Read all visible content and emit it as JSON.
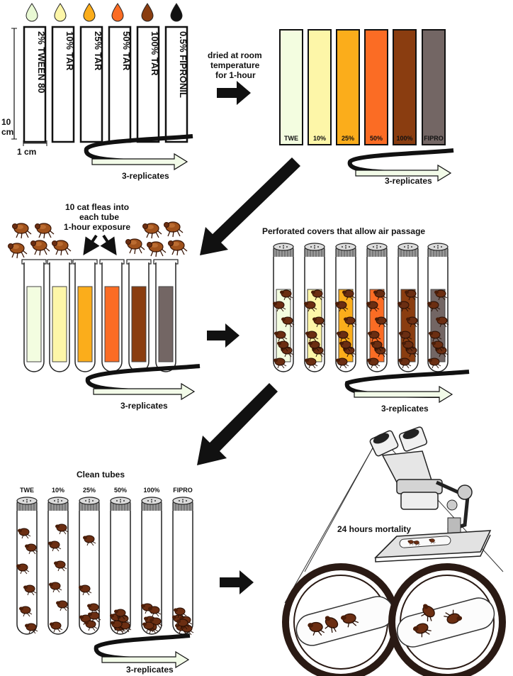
{
  "colors": {
    "twe": "#f3fde0",
    "tar10": "#fdf6a8",
    "tar25": "#fbad1b",
    "tar50": "#fb6c24",
    "tar100": "#8a3d10",
    "fipro": "#736664",
    "flea": "#6b2e12",
    "arrow": "#111111"
  },
  "panel1": {
    "strips": [
      "2% TWEEN 80",
      "10% TAR",
      "25% TAR",
      "50% TAR",
      "100% TAR",
      "0.5% FIPRONIL"
    ],
    "dim_height": "10",
    "dim_height_unit": "cm",
    "dim_width": "1 cm",
    "replicates": "3-replicates"
  },
  "arrow1_text": {
    "line1": "dried at room",
    "line2": "temperature",
    "line3": "for 1-hour"
  },
  "panel2": {
    "labels": [
      "TWE",
      "10%",
      "25%",
      "50%",
      "100%",
      "FIPRO"
    ],
    "replicates": "3-replicates"
  },
  "panel3": {
    "note_line1": "10 cat fleas into",
    "note_line2": "each tube",
    "note_line3": "1-hour exposure",
    "replicates": "3-replicates"
  },
  "panel4": {
    "title": "Perforated covers that allow air passage",
    "replicates": "3-replicates"
  },
  "panel5": {
    "title": "Clean tubes",
    "labels": [
      "TWE",
      "10%",
      "25%",
      "50%",
      "100%",
      "FIPRO"
    ],
    "replicates": "3-replicates"
  },
  "panel6": {
    "mortality": "24 hours mortality"
  }
}
